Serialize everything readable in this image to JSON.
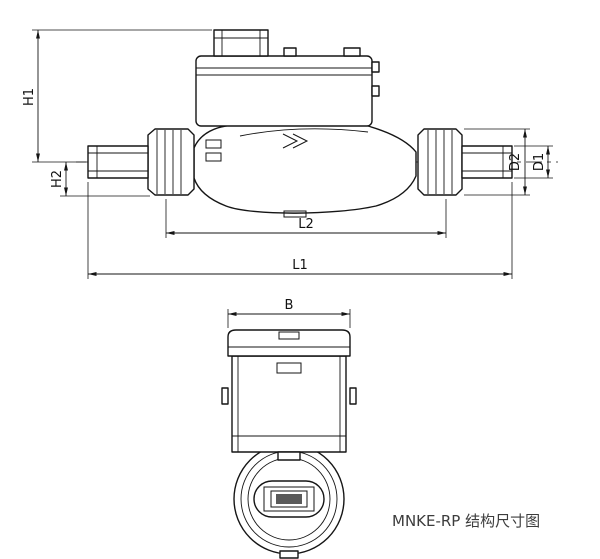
{
  "caption": "MNKE-RP 结构尺寸图",
  "dims": {
    "h1": "H1",
    "h2": "H2",
    "l1": "L1",
    "l2": "L2",
    "d1": "D1",
    "d2": "D2",
    "b": "B"
  }
}
